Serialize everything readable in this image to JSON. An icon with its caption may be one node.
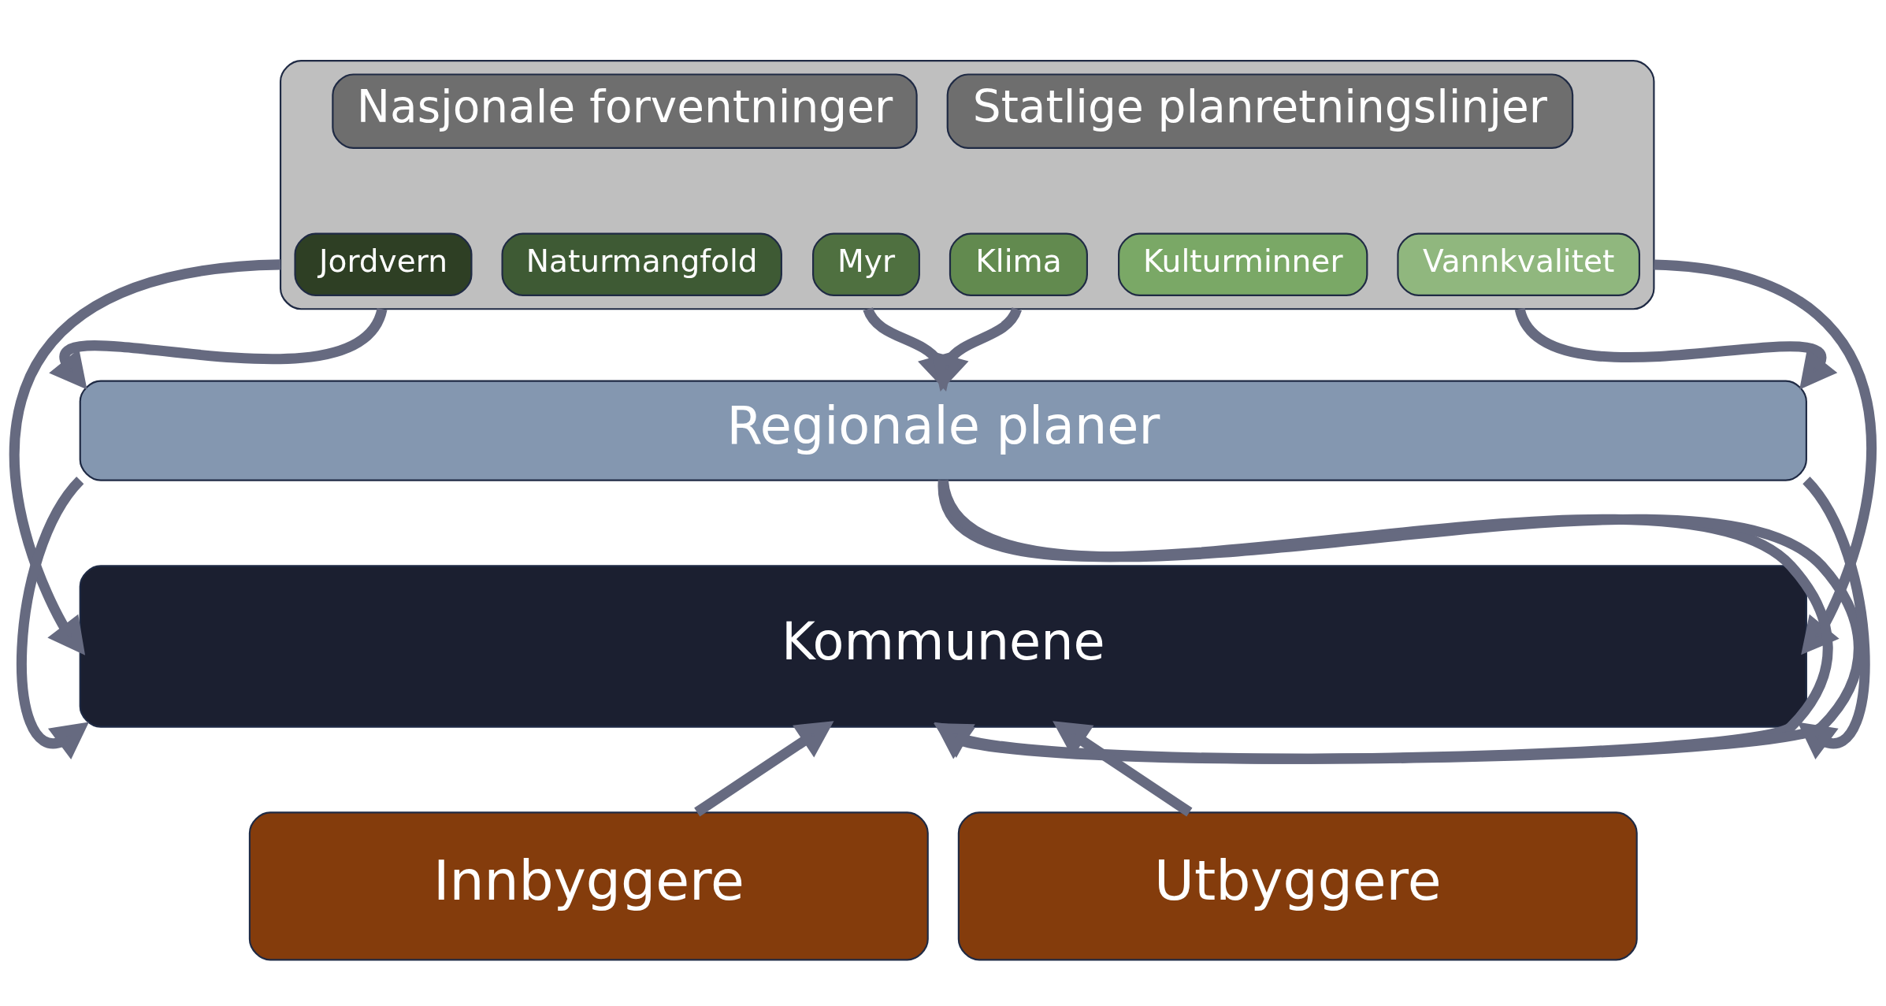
{
  "diagram": {
    "nodes": [
      {
        "text": [],
        "shape": "box"
      },
      {
        "text": [
          "Nasjonale forventninger"
        ],
        "in": 0
      },
      {
        "text": [
          "Statlige planretningslinjer"
        ],
        "in": 0
      },
      {
        "text": [
          "Jordvern"
        ],
        "in": 0
      },
      {
        "text": [
          "Naturmangfold"
        ],
        "in": 0
      },
      {
        "text": [
          "Myr"
        ],
        "in": 0
      },
      {
        "text": [
          "Klima"
        ],
        "in": 0
      },
      {
        "text": [
          "Kulturminner"
        ],
        "in": 0
      },
      {
        "text": [
          "Vannkvalitet"
        ],
        "in": 0
      },
      {
        "text": [
          "Regionale planer"
        ]
      },
      {
        "text": [
          "Kommunene"
        ]
      },
      {
        "text": [
          "Innbyggere"
        ]
      },
      {
        "text": [
          "Utbyggere"
        ]
      }
    ],
    "edges": [
      {
        "from": 0,
        "to": 9,
        "arrow": "to"
      },
      {
        "from": 0,
        "to": 9,
        "arrow": "to"
      },
      {
        "from": 0,
        "to": 9,
        "arrow": "to"
      },
      {
        "from": 0,
        "to": 9,
        "arrow": "to"
      },
      {
        "from": 9,
        "to": 10,
        "arrow": "to"
      },
      {
        "from": 9,
        "to": 10,
        "arrow": "to"
      },
      {
        "from": 9,
        "to": 10,
        "arrow": "to"
      },
      {
        "from": 9,
        "to": 10,
        "arrow": "to"
      },
      {
        "from": 0,
        "to": 10,
        "arrow": "to"
      },
      {
        "from": 0,
        "to": 10,
        "arrow": "to"
      },
      {
        "from": 11,
        "to": 10,
        "arrow": "to"
      },
      {
        "from": 12,
        "to": 10,
        "arrow": "to"
      }
    ]
  }
}
